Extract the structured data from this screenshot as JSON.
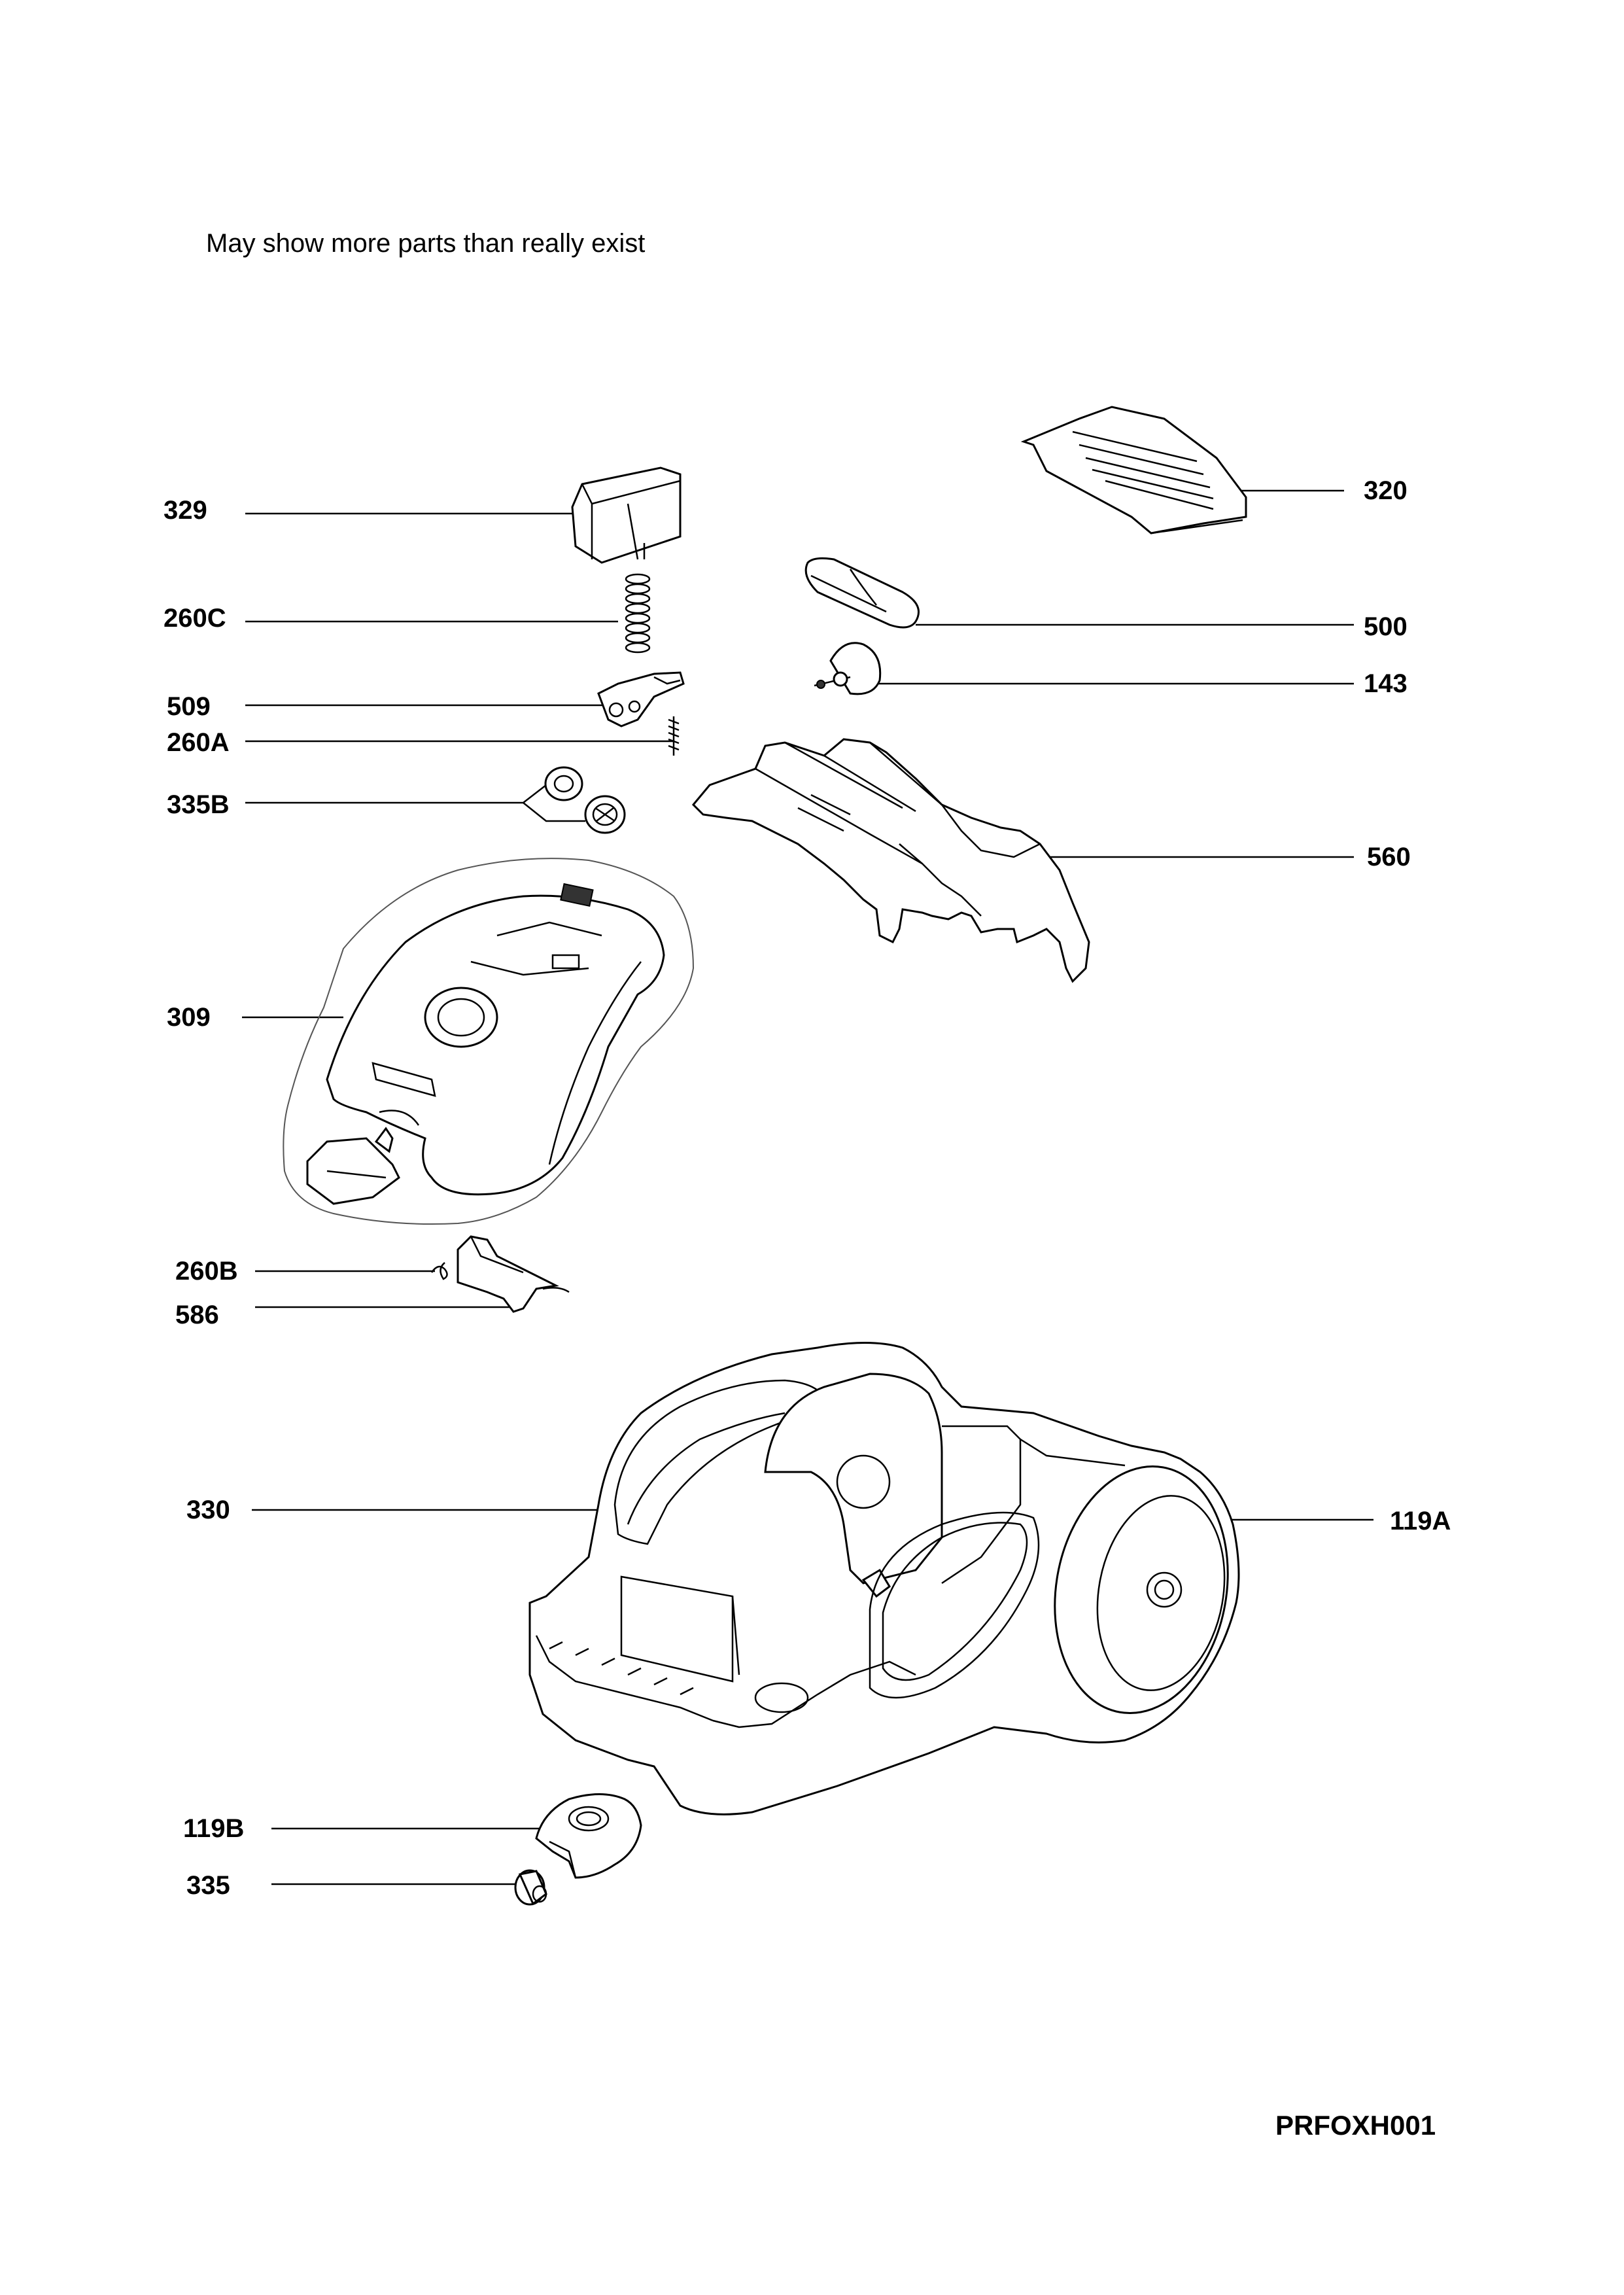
{
  "note": "May show more parts than really exist",
  "drawing_code": "PRFOXH001",
  "callouts": {
    "p320": "320",
    "p329": "329",
    "p260C": "260C",
    "p500": "500",
    "p143": "143",
    "p509": "509",
    "p260A": "260A",
    "p335B": "335B",
    "p560": "560",
    "p309": "309",
    "p260B": "260B",
    "p586": "586",
    "p330": "330",
    "p119A": "119A",
    "p119B": "119B",
    "p335": "335"
  }
}
